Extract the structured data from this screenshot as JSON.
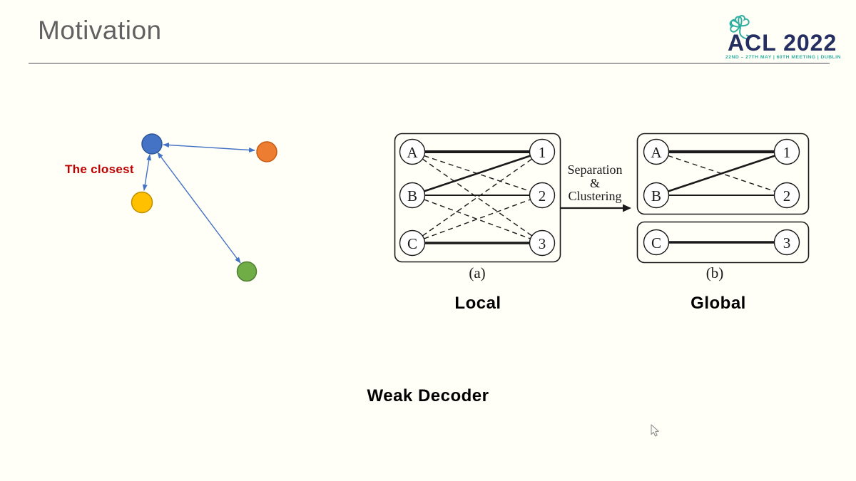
{
  "slide": {
    "title": "Motivation",
    "background_color": "#fffef7",
    "title_color": "#616161"
  },
  "logo": {
    "text": "ACL 2022",
    "subtitle": "22ND – 27TH MAY | 60TH MEETING | DUBLIN",
    "teal": "#2fb0a0",
    "navy": "#242e60",
    "icon": "shamrock-icon"
  },
  "cluster_figure": {
    "label": "The closest",
    "label_color": "#c00000",
    "arrow_color": "#4472c4",
    "nodes": [
      {
        "name": "blue-node",
        "fill": "#4472c4",
        "border": "#2e579a"
      },
      {
        "name": "orange-node",
        "fill": "#ed7d31",
        "border": "#c55a11"
      },
      {
        "name": "yellow-node",
        "fill": "#ffc000",
        "border": "#bf9000"
      },
      {
        "name": "green-node",
        "fill": "#70ad47",
        "border": "#507e32"
      }
    ],
    "edges": [
      [
        "blue-node",
        "orange-node"
      ],
      [
        "blue-node",
        "yellow-node"
      ],
      [
        "blue-node",
        "green-node"
      ]
    ]
  },
  "figure": {
    "local": {
      "caption": "(a)",
      "label": "Local",
      "left_nodes": [
        "A",
        "B",
        "C"
      ],
      "right_nodes": [
        "1",
        "2",
        "3"
      ],
      "solid_edges": [
        [
          "A",
          "1"
        ],
        [
          "B",
          "1"
        ],
        [
          "B",
          "2"
        ],
        [
          "C",
          "3"
        ]
      ],
      "dashed_edges": [
        [
          "A",
          "2"
        ],
        [
          "A",
          "3"
        ],
        [
          "B",
          "3"
        ],
        [
          "C",
          "1"
        ],
        [
          "C",
          "2"
        ]
      ]
    },
    "transform": {
      "line1": "Separation",
      "line2": "&",
      "line3": "Clustering"
    },
    "global": {
      "caption": "(b)",
      "label": "Global",
      "group1": {
        "left_nodes": [
          "A",
          "B"
        ],
        "right_nodes": [
          "1",
          "2"
        ],
        "solid_edges": [
          [
            "A",
            "1"
          ],
          [
            "B",
            "1"
          ],
          [
            "B",
            "2"
          ]
        ],
        "dashed_edges": [
          [
            "A",
            "2"
          ]
        ]
      },
      "group2": {
        "left_nodes": [
          "C"
        ],
        "right_nodes": [
          "3"
        ],
        "solid_edges": [
          [
            "C",
            "3"
          ]
        ]
      }
    }
  },
  "footer": {
    "label": "Weak Decoder"
  }
}
